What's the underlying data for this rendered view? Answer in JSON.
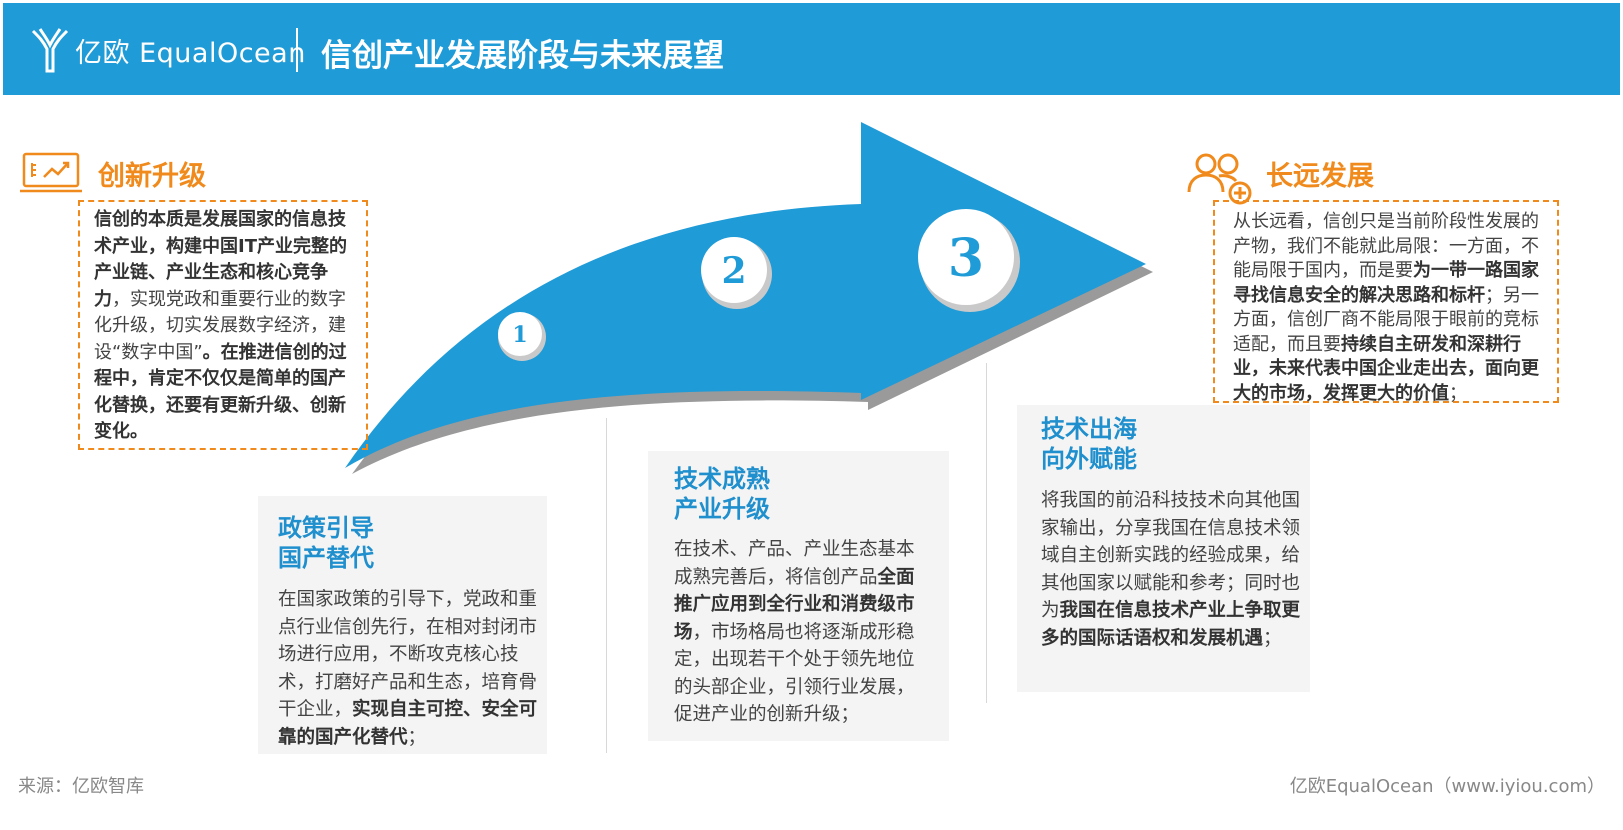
{
  "header": {
    "logo_text": "亿欧 EqualOcean",
    "title": "信创产业发展阶段与未来展望"
  },
  "colors": {
    "header_bg": "#1f9bd7",
    "arrow_blue": "#1f9bd7",
    "accent_orange": "#f08a1c",
    "card_bg": "#f4f4f4"
  },
  "steps": [
    {
      "number": "1"
    },
    {
      "number": "2"
    },
    {
      "number": "3"
    }
  ],
  "left_panel": {
    "icon": "chart-screen-icon",
    "title": "创新升级",
    "text": [
      {
        "t": "信创的本质是发展国家的信息技术产业，构建中国IT产业完整的产业链、产业生态和核心竞争力",
        "b": true
      },
      {
        "t": "，实现党政和重要行业的数字化升级，切实发展数字经济，建设“数字中国”",
        "b": false
      },
      {
        "t": "。在推进信创的过程中，肯定不仅仅是简单的国产化替换，还要有更新升级、创新变化。",
        "b": true
      }
    ]
  },
  "right_panel": {
    "icon": "users-add-icon",
    "title": "长远发展",
    "text": [
      {
        "t": "从长远看，信创只是当前阶段性发展的产物，我们不能就此局限：一方面，不能局限于国内，而是要",
        "b": false
      },
      {
        "t": "为一带一路国家寻找信息安全的解决思路和标杆",
        "b": true
      },
      {
        "t": "；另一方面，信创厂商不能局限于眼前的竞标适配，而且要",
        "b": false
      },
      {
        "t": "持续自主研发和深耕行业，未来代表中国企业走出去，面向更大的市场，发挥更大的价值",
        "b": true
      },
      {
        "t": "；",
        "b": false
      }
    ]
  },
  "cards": [
    {
      "title_line1": "政策引导",
      "title_line2": "国产替代",
      "text": [
        {
          "t": "在国家政策的引导下，党政和重点行业信创先行，在相对封闭市场进行应用，不断攻克核心技术，打磨好产品和生态，培育骨干企业，",
          "b": false
        },
        {
          "t": "实现自主可控、安全可靠的国产化替代",
          "b": true
        },
        {
          "t": "；",
          "b": false
        }
      ]
    },
    {
      "title_line1": "技术成熟",
      "title_line2": "产业升级",
      "text": [
        {
          "t": "在技术、产品、产业生态基本成熟完善后，将信创产品",
          "b": false
        },
        {
          "t": "全面推广应用到全行业和消费级市场",
          "b": true
        },
        {
          "t": "，市场格局也将逐渐成形稳定，出现若干个处于领先地位的头部企业，引领行业发展，促进产业的创新升级；",
          "b": false
        }
      ]
    },
    {
      "title_line1": "技术出海",
      "title_line2": "向外赋能",
      "text": [
        {
          "t": "将我国的前沿科技技术向其他国家输出，分享我国在信息技术领域自主创新实践的经验成果，给其他国家以赋能和参考；同时也为",
          "b": false
        },
        {
          "t": "我国在信息技术产业上争取更多的国际话语权和发展机遇",
          "b": true
        },
        {
          "t": "；",
          "b": false
        }
      ]
    }
  ],
  "footer": {
    "source": "来源：亿欧智库",
    "brand": "亿欧EqualOcean（www.iyiou.com）"
  }
}
